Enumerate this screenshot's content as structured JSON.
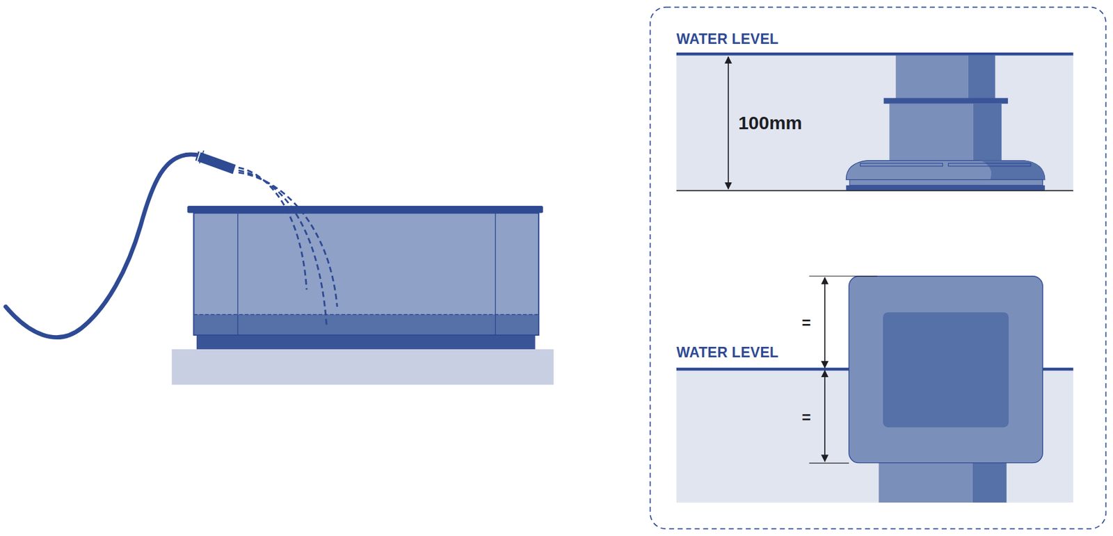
{
  "diagram": {
    "labels": [
      "WATER LEVEL",
      "100mm",
      "WATER LEVEL",
      "=",
      "="
    ]
  }
}
